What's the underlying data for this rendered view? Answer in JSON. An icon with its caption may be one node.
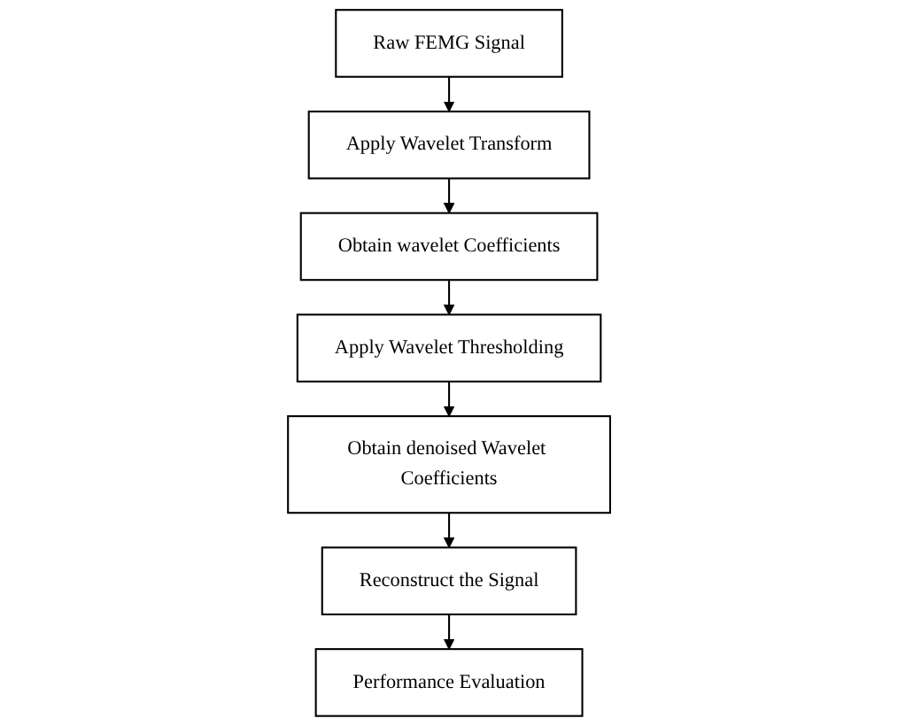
{
  "diagram": {
    "nodes": [
      {
        "text": [
          "Raw FEMG Signal"
        ]
      },
      {
        "text": [
          "Apply Wavelet Transform"
        ]
      },
      {
        "text": [
          "Obtain wavelet Coefficients"
        ]
      },
      {
        "text": [
          "Apply Wavelet Thresholding"
        ]
      },
      {
        "text": [
          "Obtain denoised Wavelet Coefficients"
        ]
      },
      {
        "text": [
          "Reconstruct the Signal"
        ]
      },
      {
        "text": [
          "Performance Evaluation"
        ]
      }
    ],
    "edges": [
      {
        "from": 0,
        "to": 1,
        "arrow": "to"
      },
      {
        "from": 1,
        "to": 2,
        "arrow": "to"
      },
      {
        "from": 2,
        "to": 3,
        "arrow": "to"
      },
      {
        "from": 3,
        "to": 4,
        "arrow": "to"
      },
      {
        "from": 4,
        "to": 5,
        "arrow": "to"
      },
      {
        "from": 5,
        "to": 6,
        "arrow": "to"
      }
    ]
  }
}
